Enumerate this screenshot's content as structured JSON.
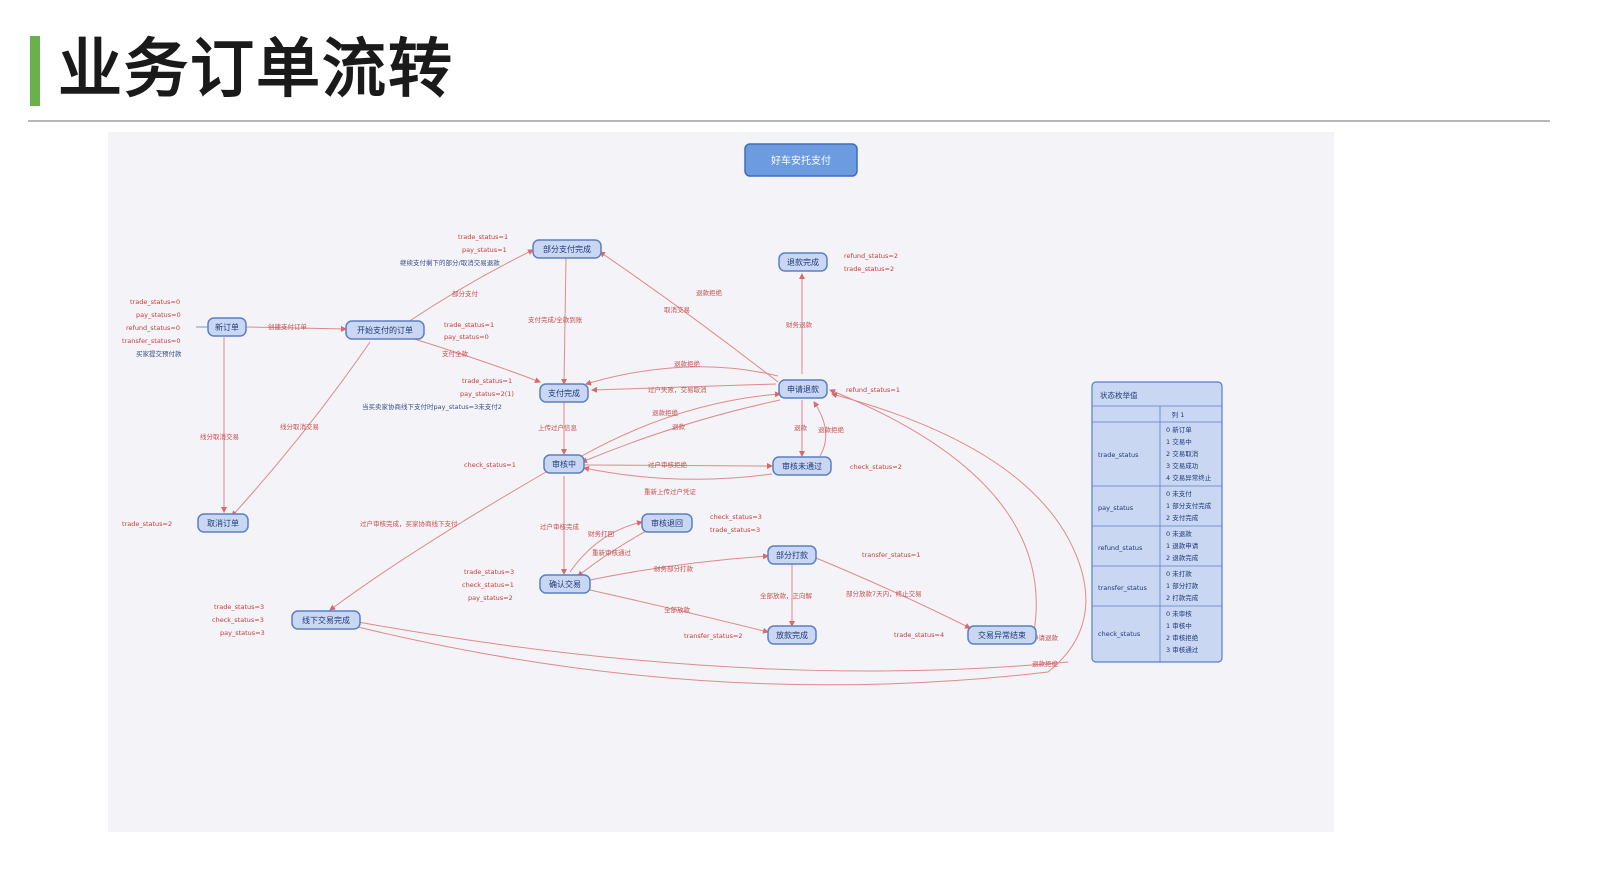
{
  "slide": {
    "title": "业务订单流转"
  },
  "diagram": {
    "root": "好车安托支付",
    "nodes": {
      "new_order": "新订单",
      "start_pay": "开始支付的订单",
      "part_paid": "部分支付完成",
      "pay_done": "支付完成",
      "reviewing": "审核中",
      "review_fail": "审核未通过",
      "review_back": "审核退回",
      "refund_apply": "申请退款",
      "refund_done": "退款完成",
      "confirm": "确认交易",
      "part_transfer": "部分打款",
      "transfer_done": "放款完成",
      "trade_end": "交易异常结束",
      "offline_done": "线下交易完成",
      "cancel": "取消订单"
    },
    "status_groups": {
      "new_order": [
        "trade_status=0",
        "pay_status=0",
        "refund_status=0",
        "transfer_status=0",
        "买家提交预付款"
      ],
      "start_pay": [
        "trade_status=1",
        "pay_status=0"
      ],
      "part_paid": [
        "trade_status=1",
        "pay_status=1",
        "继续支付剩下的部分/取消交易退款"
      ],
      "pay_done": [
        "trade_status=1",
        "pay_status=2(1)",
        "当买卖家协商线下支付时pay_status=3未支付2"
      ],
      "reviewing": [
        "check_status=1"
      ],
      "review_fail": [
        "check_status=2"
      ],
      "review_back": [
        "check_status=3",
        "trade_status=3"
      ],
      "refund_apply": [
        "refund_status=1"
      ],
      "refund_done": [
        "refund_status=2",
        "trade_status=2"
      ],
      "confirm": [
        "trade_status=3",
        "check_status=1",
        "pay_status=2"
      ],
      "part_transfer": [
        "transfer_status=1"
      ],
      "transfer_done": [
        "transfer_status=2"
      ],
      "trade_end": [
        "trade_status=4"
      ],
      "offline_done": [
        "trade_status=3",
        "check_status=3",
        "pay_status=3"
      ],
      "cancel": [
        "trade_status=2"
      ]
    },
    "edges": {
      "e1": "创建支付订单",
      "e2": "部分支付",
      "e3": "支付全款",
      "e4": "支付完成/全款到账",
      "e5": "取消交易",
      "e6": "退款拒绝",
      "e7": "过户失败，交易取消",
      "e8": "退款拒绝",
      "e9": "上传过户信息",
      "e10": "退款拒绝",
      "e11": "退款",
      "e12": "退款",
      "e13": "退款拒绝",
      "e14": "过户审核拒绝",
      "e15": "重新上传过户凭证",
      "e16": "财务退款",
      "e17": "线分取消交易",
      "e18": "线分取消交易",
      "e19": "过户审核完成，买家协商线下支付",
      "e20": "过户审核完成",
      "e21": "财务打回",
      "e22": "重新审核通过",
      "e23": "财务部分打款",
      "e24": "全部放款",
      "e25": "全部放款，正向解",
      "e26": "部分放款7天内，终止交易",
      "e27": "申请退款",
      "e28": "退款拒绝"
    },
    "legend": {
      "title": "状态枚举值",
      "column": "列 1",
      "rows": [
        {
          "name": "trade_status",
          "values": [
            "0 新订单",
            "1 交易中",
            "2 交易取消",
            "3 交易成功",
            "4 交易异常终止"
          ]
        },
        {
          "name": "pay_status",
          "values": [
            "0 未支付",
            "1 部分支付完成",
            "2 支付完成"
          ]
        },
        {
          "name": "refund_status",
          "values": [
            "0 未退款",
            "1 退款申请",
            "2 退款完成"
          ]
        },
        {
          "name": "transfer_status",
          "values": [
            "0 未打款",
            "1 部分打款",
            "2 打款完成"
          ]
        },
        {
          "name": "check_status",
          "values": [
            "0 未审核",
            "1 审核中",
            "2 审核拒绝",
            "3 审核通过"
          ]
        }
      ]
    }
  }
}
